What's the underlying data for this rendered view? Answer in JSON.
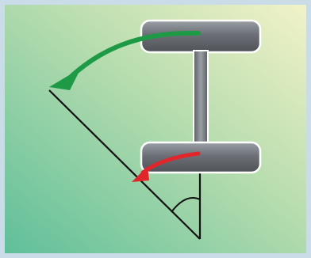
{
  "diagram": {
    "elements": [
      {
        "id": "i-beam",
        "icon": "i-beam-icon"
      },
      {
        "id": "green-arrow",
        "icon": "curved-arrow-icon",
        "color": "#1e9a47"
      },
      {
        "id": "red-arrow",
        "icon": "curved-arrow-icon",
        "color": "#e0262b"
      },
      {
        "id": "angle-lines",
        "icon": "angle-icon"
      },
      {
        "id": "angle-arc",
        "icon": "arc-icon"
      }
    ],
    "colors": {
      "border": "#c9dce8",
      "background_start": "#5fbf9a",
      "background_end": "#f2f2c8",
      "beam_fill": "#6b6f75",
      "beam_highlight": "#9aa0a6",
      "beam_outline": "#ffffff",
      "line": "#111111",
      "green_arrow": "#1e9a47",
      "red_arrow": "#e0262b"
    }
  }
}
